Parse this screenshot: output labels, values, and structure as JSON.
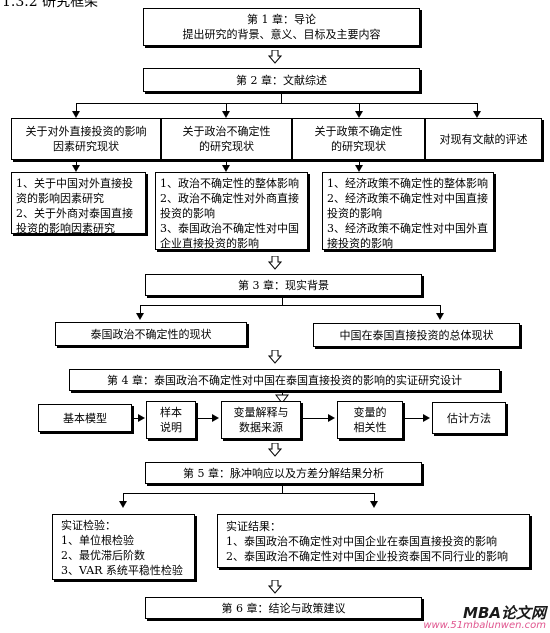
{
  "header_fragment": "1.3.2 研究框架",
  "ch1": {
    "title": "第 1 章：导论",
    "sub": "提出研究的背景、意义、目标及主要内容"
  },
  "ch2": {
    "title": "第 2 章：文献综述"
  },
  "lit_heads": [
    "关于对外直接投资的影响\n因素研究现状",
    "关于政治不确定性\n的研究现状",
    "关于政策不确定性\n的研究现状",
    "对现有文献的评述"
  ],
  "lit_details": [
    "1、关于中国对外直接投\n资的影响因素研究\n2、关于外商对泰国直接\n投资的影响因素研究",
    "1、政治不确定性的整体影响\n2、政治不确定性对外商直接\n投资的影响\n3、泰国政治不确定性对中国\n企业直接投资的影响",
    "1、经济政策不确定性的整体影响\n2、经济政策不确定性对中国直接\n投资的影响\n3、经济政策不确定性对中国外直\n接投资的影响"
  ],
  "ch3": {
    "title": "第 3 章：现实背景"
  },
  "ch3_items": [
    "泰国政治不确定性的现状",
    "中国在泰国直接投资的总体现状"
  ],
  "ch4": {
    "title": "第 4 章：泰国政治不确定性对中国在泰国直接投资的影响的实证研究设计"
  },
  "ch4_steps": [
    "基本模型",
    "样本\n说明",
    "变量解释与\n数据来源",
    "变量的\n相关性",
    "估计方法"
  ],
  "ch5": {
    "title": "第 5 章：脉冲响应以及方差分解结果分析"
  },
  "ch5_tests": "实证检验：\n1、单位根检验\n2、最优滞后阶数\n3、VAR 系统平稳性检验",
  "ch5_results": "实证结果：\n1、泰国政治不确定性对中国企业在泰国直接投资的影响\n2、泰国政治不确定性对中国企业投资泰国不同行业的影响",
  "ch6": {
    "title": "第 6 章：结论与政策建议"
  },
  "watermark": {
    "logo": "MBA论文网",
    "url": "www.51mbalunwen.com"
  }
}
